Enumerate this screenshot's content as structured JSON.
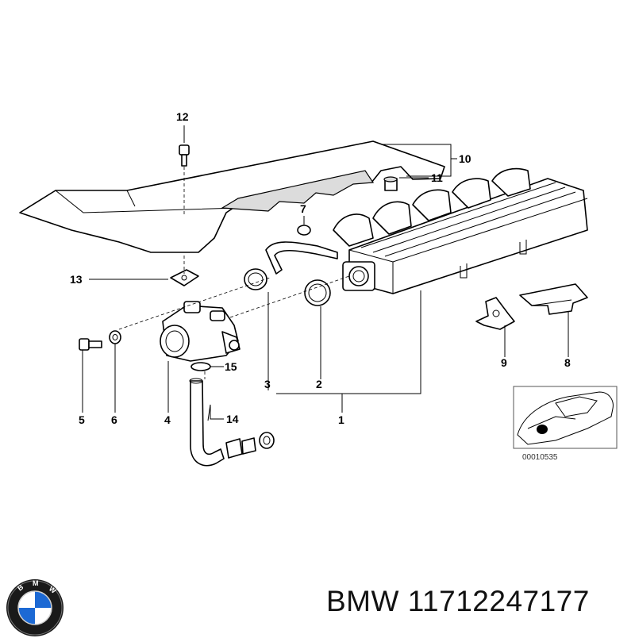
{
  "callouts": {
    "c1": "1",
    "c2": "2",
    "c3": "3",
    "c4": "4",
    "c5": "5",
    "c6": "6",
    "c7": "7",
    "c8": "8",
    "c9": "9",
    "c10": "10",
    "c11": "11",
    "c12": "12",
    "c13": "13",
    "c14": "14",
    "c15": "15"
  },
  "inset": {
    "reference_number": "00010535"
  },
  "caption": {
    "brand": "BMW",
    "part_number": "11712247177"
  },
  "colors": {
    "roundel_blue": "#1c69d4",
    "line": "#000000",
    "background": "#ffffff"
  },
  "icons": {
    "logo": "bmw-roundel-logo"
  }
}
